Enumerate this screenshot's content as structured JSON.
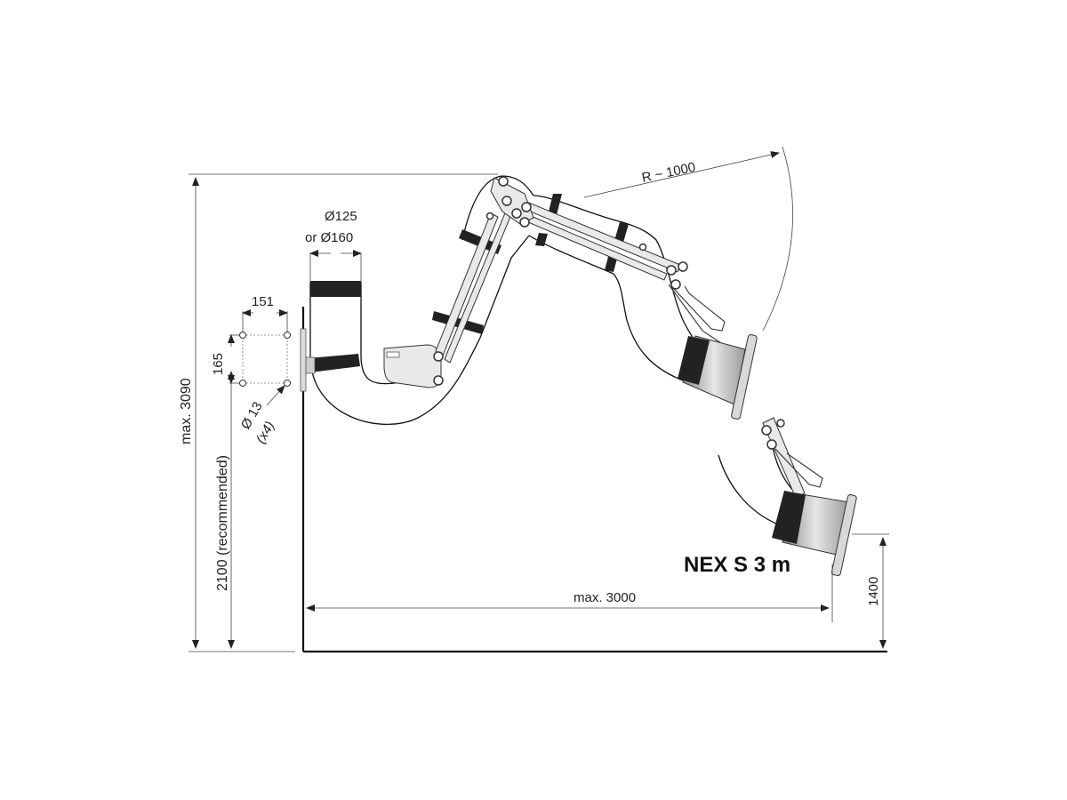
{
  "title": "NEX S 3 m",
  "dimensions": {
    "max_height": "max. 3090",
    "mount_height": "2100 (recommended)",
    "reach": "max. 3000",
    "radius": "R ~ 1000",
    "low_height": "1400",
    "diameter_line1": "Ø125",
    "diameter_line2": "or Ø160",
    "bracket_width": "151",
    "bracket_height": "165",
    "hole_diameter": "Ø 13",
    "hole_count": "(x4)"
  }
}
